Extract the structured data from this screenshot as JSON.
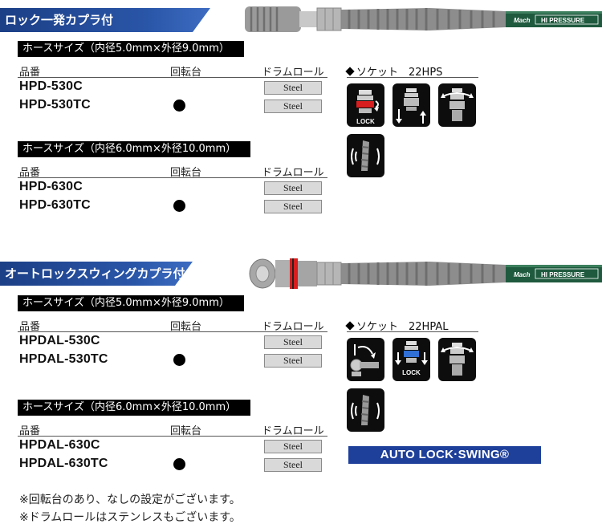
{
  "sections": [
    {
      "banner": "ロック一発カプラ付",
      "groups": [
        {
          "size": "ホースサイズ（内径5.0mm×外径9.0mm）",
          "headers": {
            "part": "品番",
            "swivel": "回転台",
            "drum": "ドラムロール"
          },
          "rows": [
            {
              "model": "HPD-530C",
              "swivel": false,
              "drum": "Steel"
            },
            {
              "model": "HPD-530TC",
              "swivel": true,
              "drum": "Steel"
            }
          ]
        },
        {
          "size": "ホースサイズ（内径6.0mm×外径10.0mm）",
          "headers": {
            "part": "品番",
            "swivel": "回転台",
            "drum": "ドラムロール"
          },
          "rows": [
            {
              "model": "HPD-630C",
              "swivel": false,
              "drum": "Steel"
            },
            {
              "model": "HPD-630TC",
              "swivel": true,
              "drum": "Steel"
            }
          ]
        }
      ],
      "socket": {
        "label": "ソケット　22HPS",
        "icon_lock_text": "LOCK"
      },
      "hose_print": {
        "brand": "Mach",
        "text": "HI PRESSURE"
      }
    },
    {
      "banner": "オートロックスウィングカプラ付",
      "groups": [
        {
          "size": "ホースサイズ（内径5.0mm×外径9.0mm）",
          "headers": {
            "part": "品番",
            "swivel": "回転台",
            "drum": "ドラムロール"
          },
          "rows": [
            {
              "model": "HPDAL-530C",
              "swivel": false,
              "drum": "Steel"
            },
            {
              "model": "HPDAL-530TC",
              "swivel": true,
              "drum": "Steel"
            }
          ]
        },
        {
          "size": "ホースサイズ（内径6.0mm×外径10.0mm）",
          "headers": {
            "part": "品番",
            "swivel": "回転台",
            "drum": "ドラムロール"
          },
          "rows": [
            {
              "model": "HPDAL-630C",
              "swivel": false,
              "drum": "Steel"
            },
            {
              "model": "HPDAL-630TC",
              "swivel": true,
              "drum": "Steel"
            }
          ]
        }
      ],
      "socket": {
        "label": "ソケット　22HPAL",
        "icon_lock_text": "LOCK"
      },
      "hose_print": {
        "brand": "Mach",
        "text": "HI PRESSURE"
      },
      "badge": "AUTO LOCK·SWING®"
    }
  ],
  "notes": [
    "※回転台のあり、なしの設定がございます。",
    "※ドラムロールはステンレスもございます。"
  ],
  "colors": {
    "banner": "#2a56a8",
    "hose": "#1f5a3e",
    "badge": "#1e3f9a",
    "lock_red": "#d81e1e",
    "lock_blue": "#2f6fd6"
  }
}
